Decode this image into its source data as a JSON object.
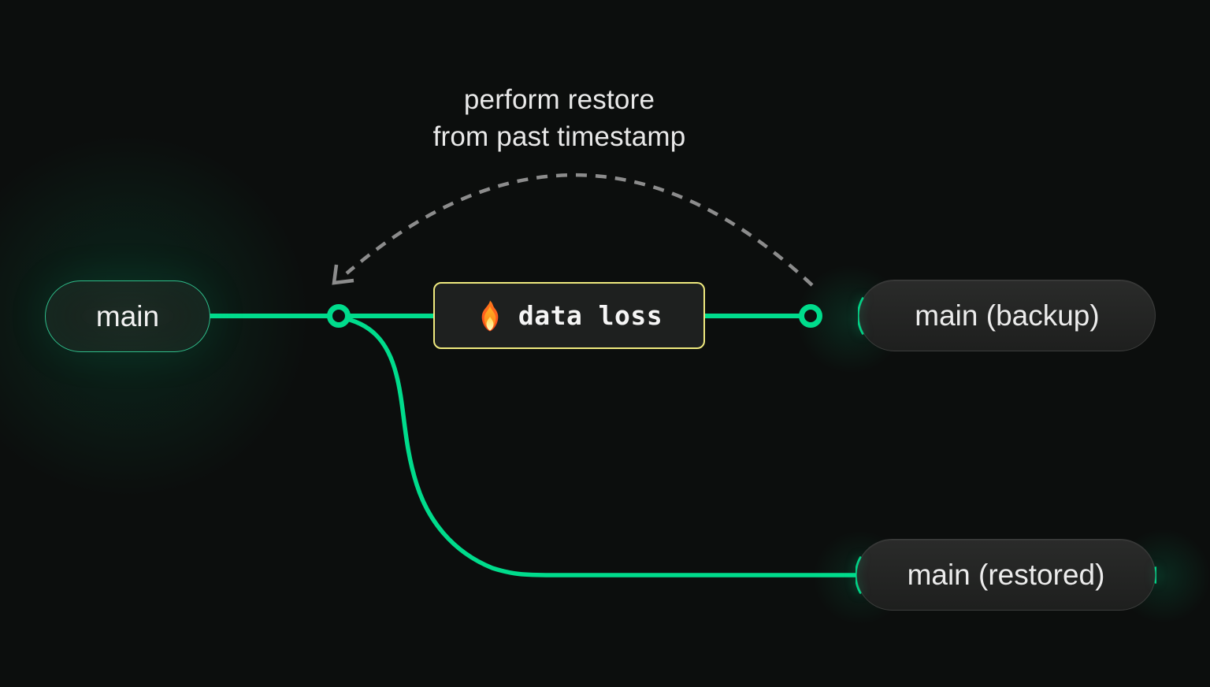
{
  "colors": {
    "bg": "#0C0E0D",
    "green": "#00DC8C",
    "yellow": "#EFE97E",
    "gray": "#8C8C8C",
    "text": "#EDEDED"
  },
  "caption": {
    "line1": "perform restore",
    "line2": "from past timestamp"
  },
  "branches": {
    "main": {
      "label": "main"
    },
    "backup": {
      "label": "main (backup)"
    },
    "restored": {
      "label": "main (restored)"
    }
  },
  "event": {
    "icon": "fire-icon",
    "label": "data loss"
  }
}
